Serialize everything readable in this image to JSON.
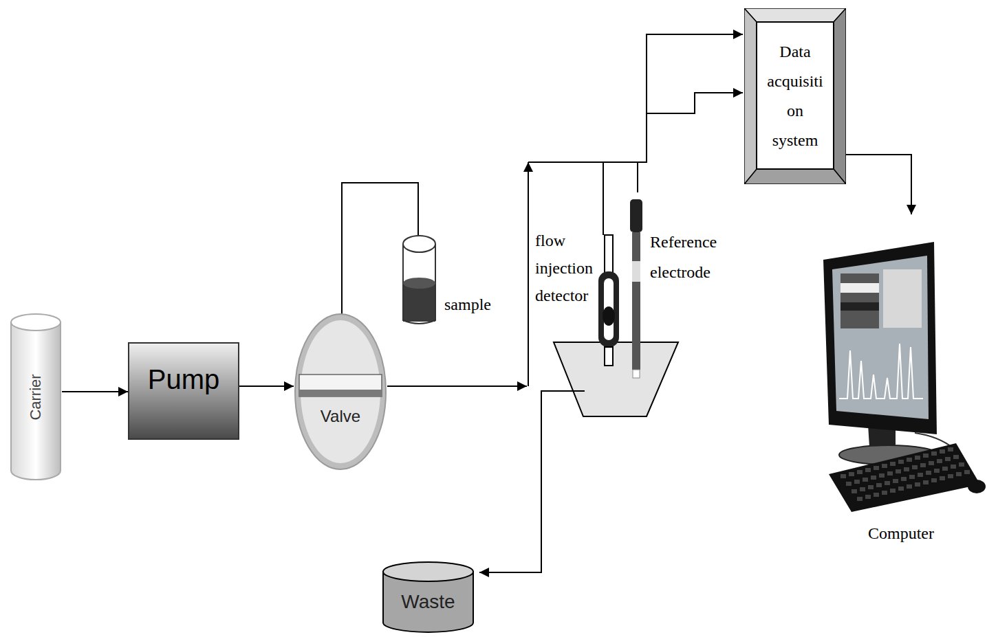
{
  "diagram": {
    "nodes": [
      {
        "text": [
          "Carrier"
        ]
      },
      {
        "text": [
          "Pump"
        ]
      },
      {
        "text": [
          "Valve"
        ]
      },
      {
        "text": [
          "Data acquisiti on system"
        ]
      },
      {
        "text": [
          "Computer"
        ]
      },
      {
        "text": [
          "Waste"
        ]
      }
    ],
    "edges": [
      {
        "from": 0,
        "to": 1,
        "arrow": "to"
      },
      {
        "from": 1,
        "to": 2,
        "arrow": "to"
      },
      {
        "from": 3,
        "to": 4,
        "arrow": "to"
      }
    ],
    "labels": [
      "sample",
      "flow injection detector",
      "Reference electrode"
    ]
  }
}
